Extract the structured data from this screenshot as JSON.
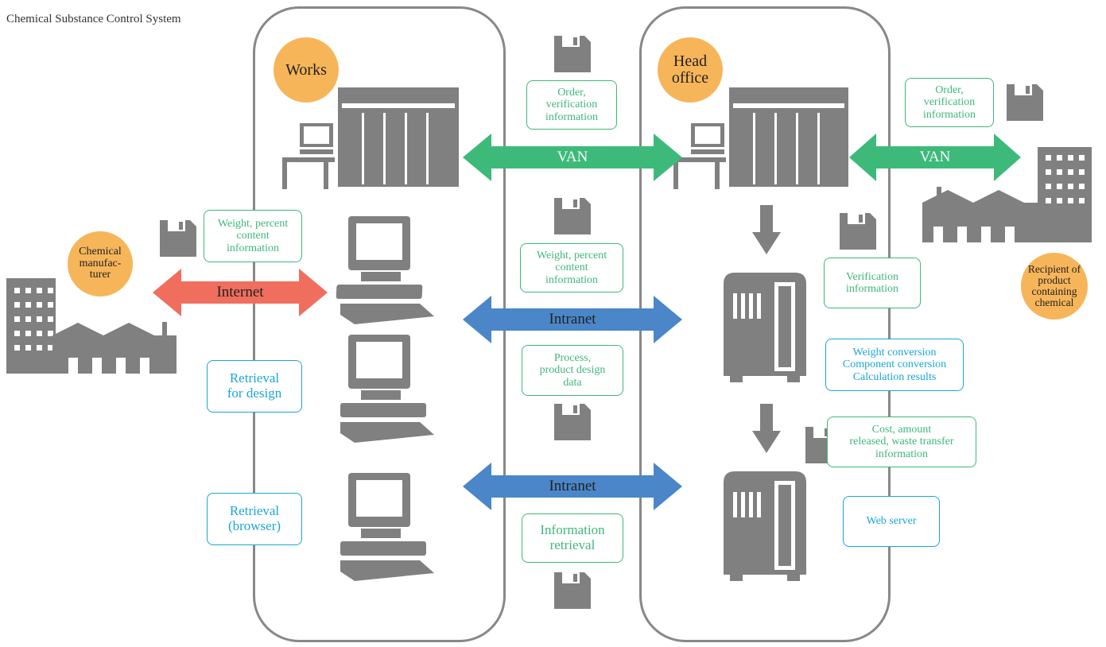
{
  "title": "Chemical Substance Control System",
  "badges": {
    "works": "Works",
    "head_office": "Head\noffice",
    "chemical_manufacturer": "Chemical\nmanufac-\nturer",
    "recipient": "Recipient of\nproduct\ncontaining\nchemical"
  },
  "arrows": {
    "internet": "Internet",
    "van_left": "VAN",
    "van_right": "VAN",
    "intranet_1": "Intranet",
    "intranet_2": "Intranet"
  },
  "boxes": {
    "order_verification_1": "Order,\nverification\ninformation",
    "order_verification_2": "Order,\nverification\ninformation",
    "weight_percent_left": "Weight, percent\ncontent\ninformation",
    "weight_percent_mid": "Weight, percent\ncontent\ninformation",
    "process_design": "Process,\nproduct design\ndata",
    "information_retrieval": "Information\nretrieval",
    "retrieval_design": "Retrieval\nfor design",
    "retrieval_browser": "Retrieval\n(browser)",
    "verification_information": "Verification\ninformation",
    "conversion": "Weight conversion\nComponent conversion\nCalculation results",
    "cost_amount": "Cost, amount\nreleased, waste transfer\ninformation",
    "web_server": "Web server"
  },
  "colors": {
    "panel_border": "#888888",
    "badge": "#f7b55a",
    "icon_gray": "#808080",
    "van_green": "#3dba7a",
    "internet_red": "#f06e5e",
    "intranet_blue": "#4a86c8",
    "box_green": "#3fb77a",
    "box_blue": "#1aa6d6"
  },
  "icons": [
    "floppy-disk-icon",
    "mainframe-icon",
    "workstation-icon",
    "server-icon",
    "factory-icon",
    "down-arrow-icon"
  ]
}
